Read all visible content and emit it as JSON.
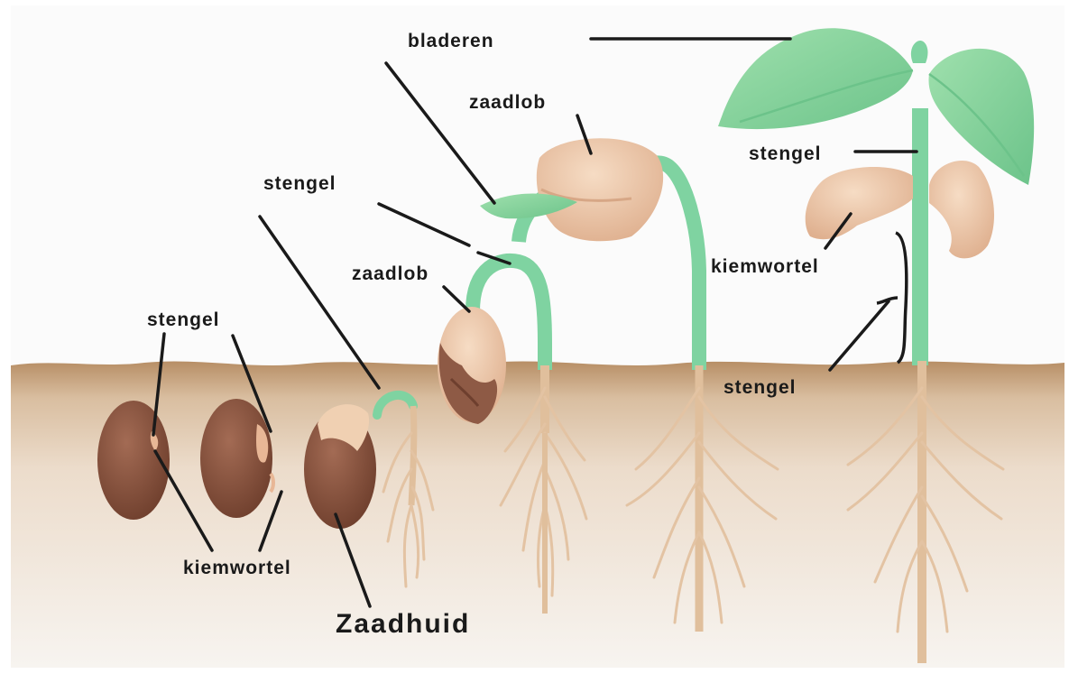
{
  "labels": {
    "bladeren": "bladeren",
    "zaadlob_top": "zaadlob",
    "stengel_right_top": "stengel",
    "stengel_mid": "stengel",
    "zaadlob_mid": "zaadlob",
    "kiemwortel_right": "kiemwortel",
    "stengel_left": "stengel",
    "stengel_right_bottom": "stengel",
    "kiemwortel_left": "kiemwortel",
    "zaadhuid": "Zaadhuid"
  },
  "colors": {
    "soil_top": "#b78e65",
    "soil_mid": "#e8d6c2",
    "soil_bottom": "#f5f1ec",
    "seed": "#8e5a45",
    "seed_dark": "#6e3f2e",
    "cotyledon": "#eec9aa",
    "stem": "#7ed3a0",
    "leaf": "#8fd6a0",
    "root": "#e3c3a3"
  }
}
